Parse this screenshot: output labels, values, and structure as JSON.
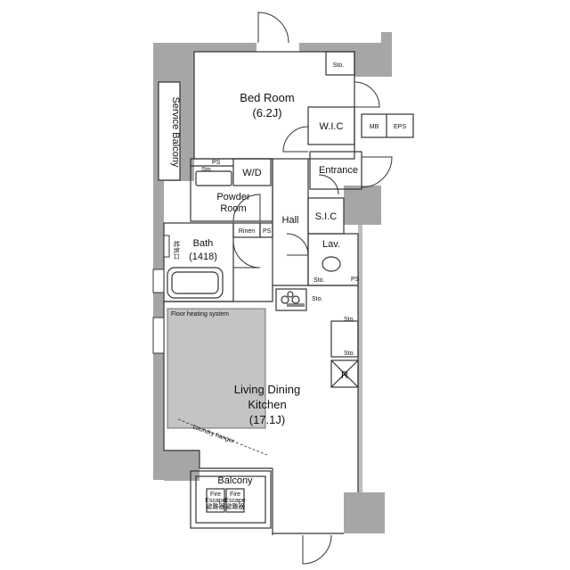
{
  "rooms": {
    "bedroom": {
      "name": "Bed Room",
      "size": "(6.2J)"
    },
    "ldk": {
      "name_line1": "Living Dining",
      "name_line2": "Kitchen",
      "size": "(17.1J)"
    },
    "bath": {
      "name": "Bath",
      "size": "(1418)"
    },
    "powder": {
      "line1": "Powder",
      "line2": "Room"
    },
    "hall": "Hall",
    "entrance": "Entrance",
    "wic": "W.I.C",
    "sic": "S.I.C",
    "lav": "Lav.",
    "wd": "W/D",
    "balcony": "Balcony",
    "service_balcony": "Service Balcony"
  },
  "labels": {
    "sto": "Sto.",
    "ps": "PS",
    "mb": "MB",
    "eps": "EPS",
    "rinen": "Rinen",
    "r": "R",
    "floor_heating": "Floor heating system",
    "laundry_hanger": "Laundry hanger",
    "fire_escape": "Fire",
    "escape": "Escape",
    "fire_jp_1": "避難器",
    "fire_jp_2": "避難器",
    "vent": "給気口"
  },
  "colors": {
    "wall": "#a6a6a6",
    "line": "#333333",
    "floor_heating": "#c4c4c4"
  }
}
